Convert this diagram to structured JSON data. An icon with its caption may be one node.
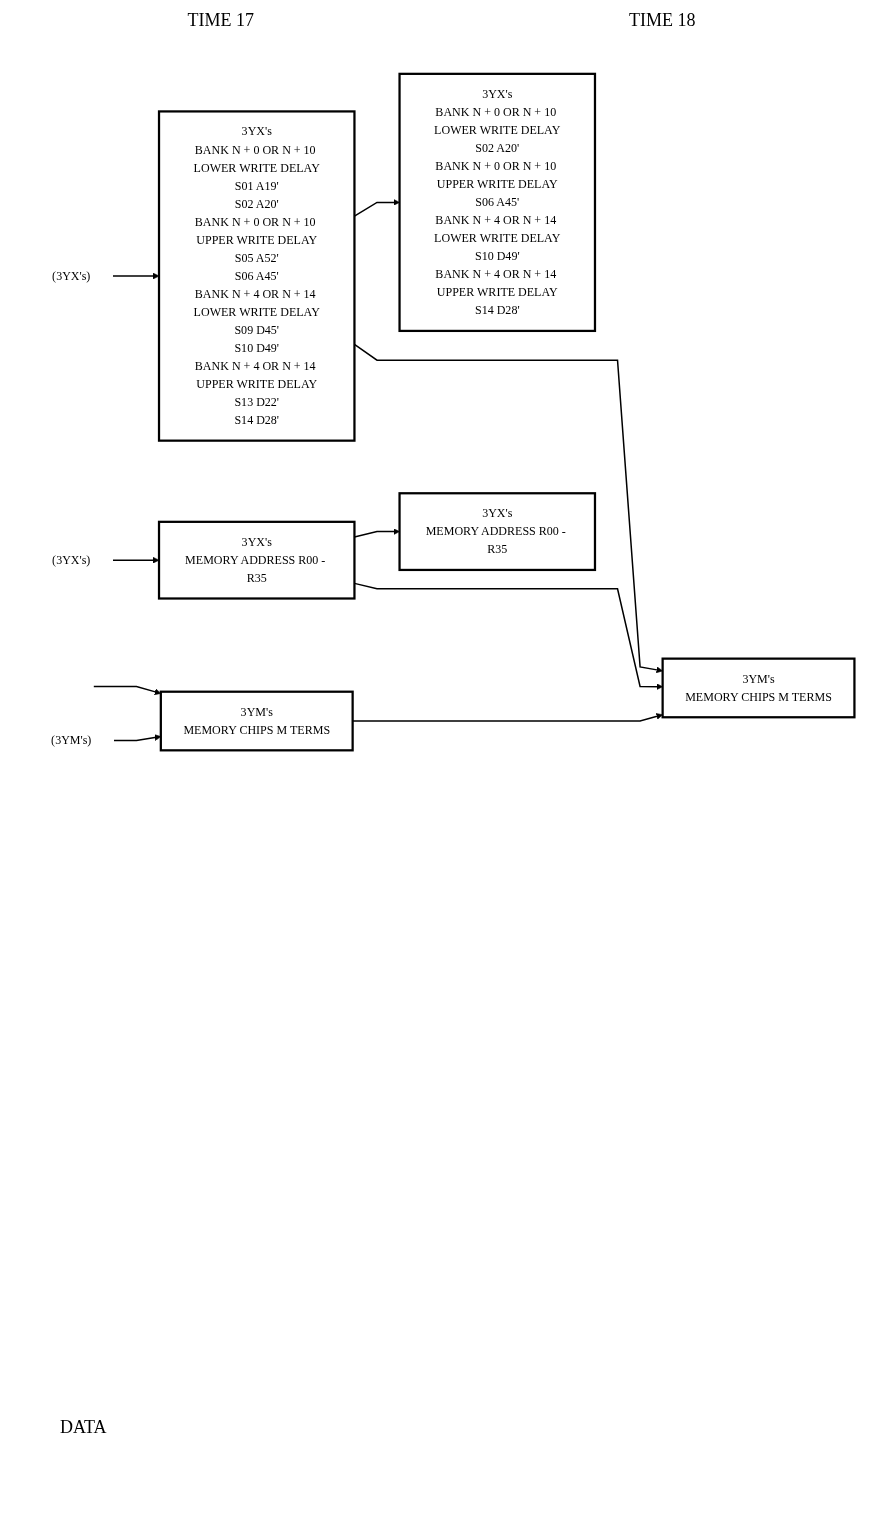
{
  "diagram": {
    "nodes": [
      {
        "text": [
          "3YX's",
          "BANK N + 0 OR N + 10 LOWER WRITE DELAY",
          "S01 A19'",
          "S02 A20'",
          "BANK N + 0 OR N + 10 UPPER WRITE DELAY",
          "S05 A52'",
          "S06 A45'",
          "BANK N + 4 OR N + 14 LOWER WRITE DELAY",
          "S09 D45'",
          "S10 D49'",
          "BANK N + 4 OR N + 14 UPPER WRITE DELAY",
          "S13 D22'",
          "S14 D28'"
        ]
      },
      {
        "text": [
          "3YX's",
          "BANK N + 0 OR N + 10 LOWER WRITE DELAY",
          "S02 A20'",
          "BANK N + 0 OR N + 10 UPPER WRITE DELAY",
          "S06 A45'",
          "BANK N + 4 OR N + 14 LOWER WRITE DELAY",
          "S10 D49'",
          "BANK N + 4 OR N + 14 UPPER WRITE DELAY",
          "S14 D28'"
        ]
      },
      {
        "text": [
          "(3YX's)"
        ]
      },
      {
        "text": [
          "3YX's",
          "MEMORY ADDRESS R00 - R35"
        ]
      },
      {
        "text": [
          "3YX's",
          "MEMORY ADDRESS R00 - R35"
        ]
      },
      {
        "text": [
          "(3YX's)"
        ]
      },
      {
        "text": [
          "3YM's",
          "MEMORY CHIPS M TERMS"
        ]
      },
      {
        "text": [
          "3YM's",
          "MEMORY CHIPS M TERMS"
        ]
      },
      {
        "text": [
          "(3YM's)"
        ]
      }
    ],
    "edges": [
      {
        "from": 2,
        "to": 0,
        "arrow": "to"
      },
      {
        "from": 0,
        "to": 1,
        "arrow": "to"
      },
      {
        "from": 5,
        "to": 3,
        "arrow": "to"
      },
      {
        "from": 3,
        "to": 4,
        "arrow": "to"
      },
      {
        "from": null,
        "to": 6,
        "arrow": "to"
      },
      {
        "from": 8,
        "to": 6,
        "arrow": "to"
      },
      {
        "from": 0,
        "to": 7,
        "arrow": "to"
      },
      {
        "from": 3,
        "to": 7,
        "arrow": "to"
      },
      {
        "from": 6,
        "to": 7,
        "arrow": "to"
      }
    ],
    "labels": [
      "TIME 17",
      "TIME 18",
      "DATA"
    ]
  }
}
